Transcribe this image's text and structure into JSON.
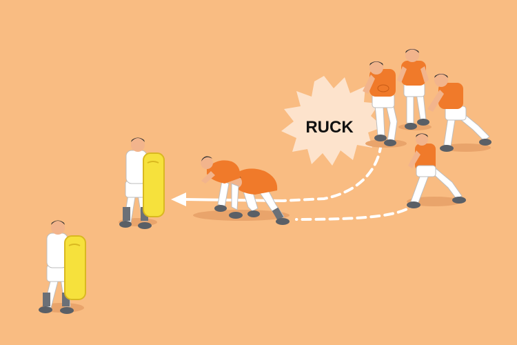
{
  "diagram": {
    "callout_label": "RUCK",
    "colors": {
      "field": "#F9BC82",
      "attack_jersey": "#F07A2A",
      "attack_shorts": "#FFFFFF",
      "defender_kit": "#FFFFFF",
      "tackle_shield": "#F6E13C",
      "skin": "#F2B48C",
      "hair": "#2B2B2B",
      "socks_boots": "#6B7077",
      "burst_fill": "#FDE3CC",
      "run_line": "#FFFFFF"
    },
    "icons": [
      "tackle-shield-icon",
      "ruck-burst-icon",
      "run-path-arrow",
      "pass-path-line"
    ]
  }
}
